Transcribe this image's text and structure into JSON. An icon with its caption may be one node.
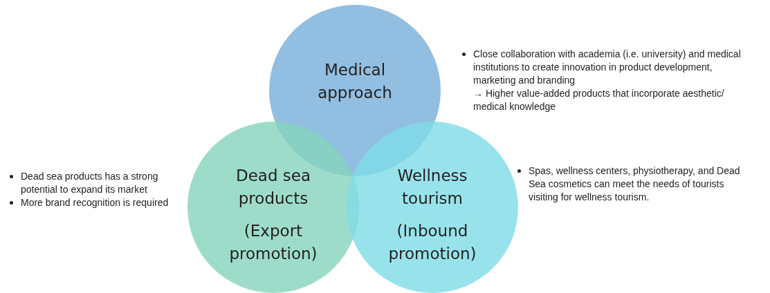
{
  "diagram": {
    "nodes": [
      {
        "text": [
          "Medical approach"
        ]
      },
      {
        "text": [
          "Dead sea products",
          "(Export promotion)"
        ],
        "beside": [
          "Dead sea products has a strong potential to expand its market",
          "More brand recognition is required"
        ]
      },
      {
        "text": [
          "Wellness tourism",
          "(Inbound promotion)"
        ],
        "beside": [
          "Spas, wellness centers, physiotherapy, and Dead Sea cosmetics can meet the needs of tourists visiting for wellness tourism."
        ]
      }
    ],
    "labels": [
      "Close collaboration with academia (i.e. university) and medical institutions to create innovation in product development, marketing and branding",
      "→ Higher value-added products that incorporate aesthetic/ medical knowledge"
    ]
  }
}
